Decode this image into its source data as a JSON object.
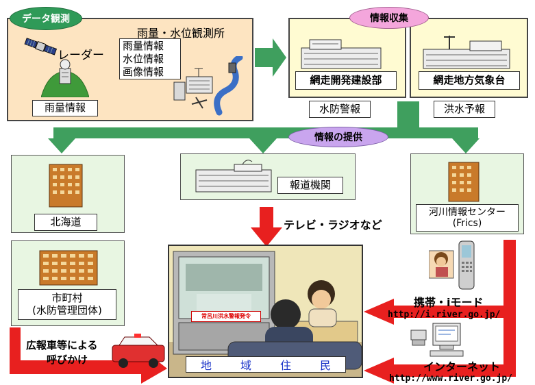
{
  "observation": {
    "badge": "データ観測",
    "radar": "レーダー",
    "station_title": "雨量・水位観測所",
    "station_info": [
      "雨量情報",
      "水位情報",
      "画像情報"
    ],
    "rain_info": "雨量情報"
  },
  "collection": {
    "badge": "情報収集",
    "bureau": "網走開発建設部",
    "weather": "網走地方気象台",
    "flood_warning": "水防警報",
    "flood_forecast": "洪水予報"
  },
  "provision": {
    "badge": "情報の提供",
    "hokkaido": "北海道",
    "municipality_line1": "市町村",
    "municipality_line2": "(水防管理団体)",
    "press": "報道機関",
    "frics_line1": "河川情報センター",
    "frics_line2": "(Frics)",
    "tv_radio": "テレビ・ラジオなど"
  },
  "residents": {
    "label": [
      "地",
      "域",
      "住",
      "民"
    ],
    "tv_caption": "常呂川洪水警報発令"
  },
  "pr_car": {
    "line1": "広報車等による",
    "line2": "呼びかけ"
  },
  "mobile": {
    "label": "携帯・iモード",
    "url": "http://i.river.go.jp/"
  },
  "internet": {
    "label": "インターネット",
    "url": "http://www.river.go.jp/"
  },
  "colors": {
    "green_arrow": "#3f9f5e",
    "red_arrow": "#e8201f",
    "badge_green": "#2f9a58",
    "badge_pink": "#f4a6dc",
    "badge_purple": "#c9a5ee"
  }
}
